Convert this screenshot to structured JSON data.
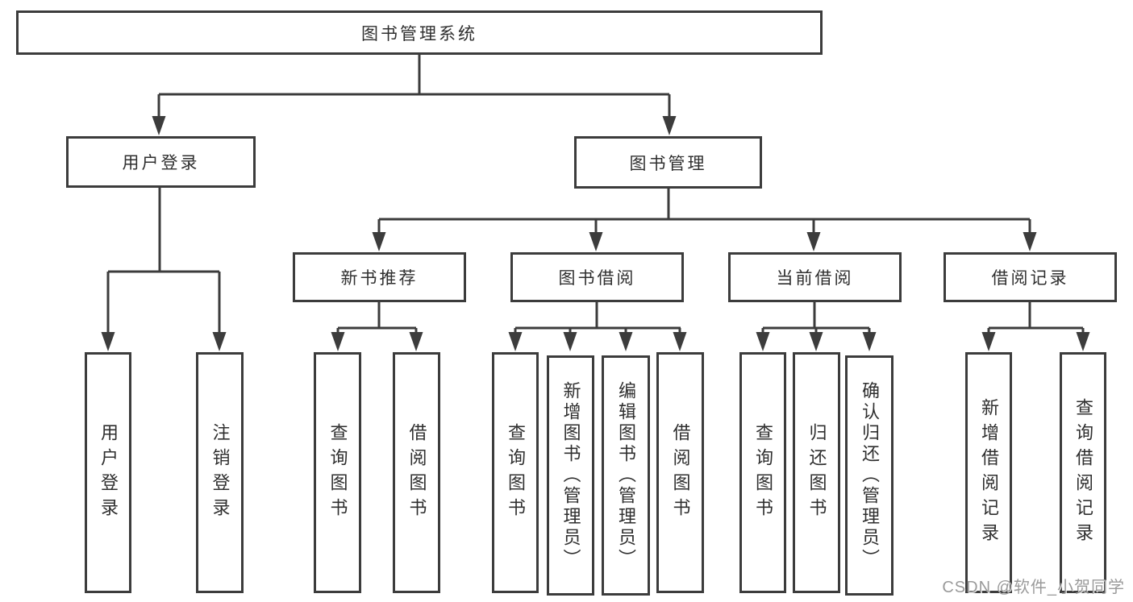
{
  "diagram": {
    "type": "hierarchy-tree",
    "title": "图书管理系统",
    "colors": {
      "line": "#3c3c3c",
      "box_border": "#3c3c3c",
      "text": "#2f2f2f",
      "background": "#ffffff",
      "watermark": "#9a9a9a"
    }
  },
  "tree": {
    "root": {
      "label": "图书管理系统"
    },
    "branches": [
      {
        "label": "用户登录",
        "children": [
          {
            "label": "用户登录"
          },
          {
            "label": "注销登录"
          }
        ]
      },
      {
        "label": "图书管理",
        "children": [
          {
            "label": "新书推荐",
            "children": [
              {
                "label": "查询图书"
              },
              {
                "label": "借阅图书"
              }
            ]
          },
          {
            "label": "图书借阅",
            "children": [
              {
                "label": "查询图书"
              },
              {
                "label": "新增图书（管理员）"
              },
              {
                "label": "编辑图书（管理员）"
              },
              {
                "label": "借阅图书"
              }
            ]
          },
          {
            "label": "当前借阅",
            "children": [
              {
                "label": "查询图书"
              },
              {
                "label": "归还图书"
              },
              {
                "label": "确认归还（管理员）"
              }
            ]
          },
          {
            "label": "借阅记录",
            "children": [
              {
                "label": "新增借阅记录"
              },
              {
                "label": "查询借阅记录"
              }
            ]
          }
        ]
      }
    ]
  },
  "watermark": {
    "text": "CSDN @软件_小贺同学"
  }
}
